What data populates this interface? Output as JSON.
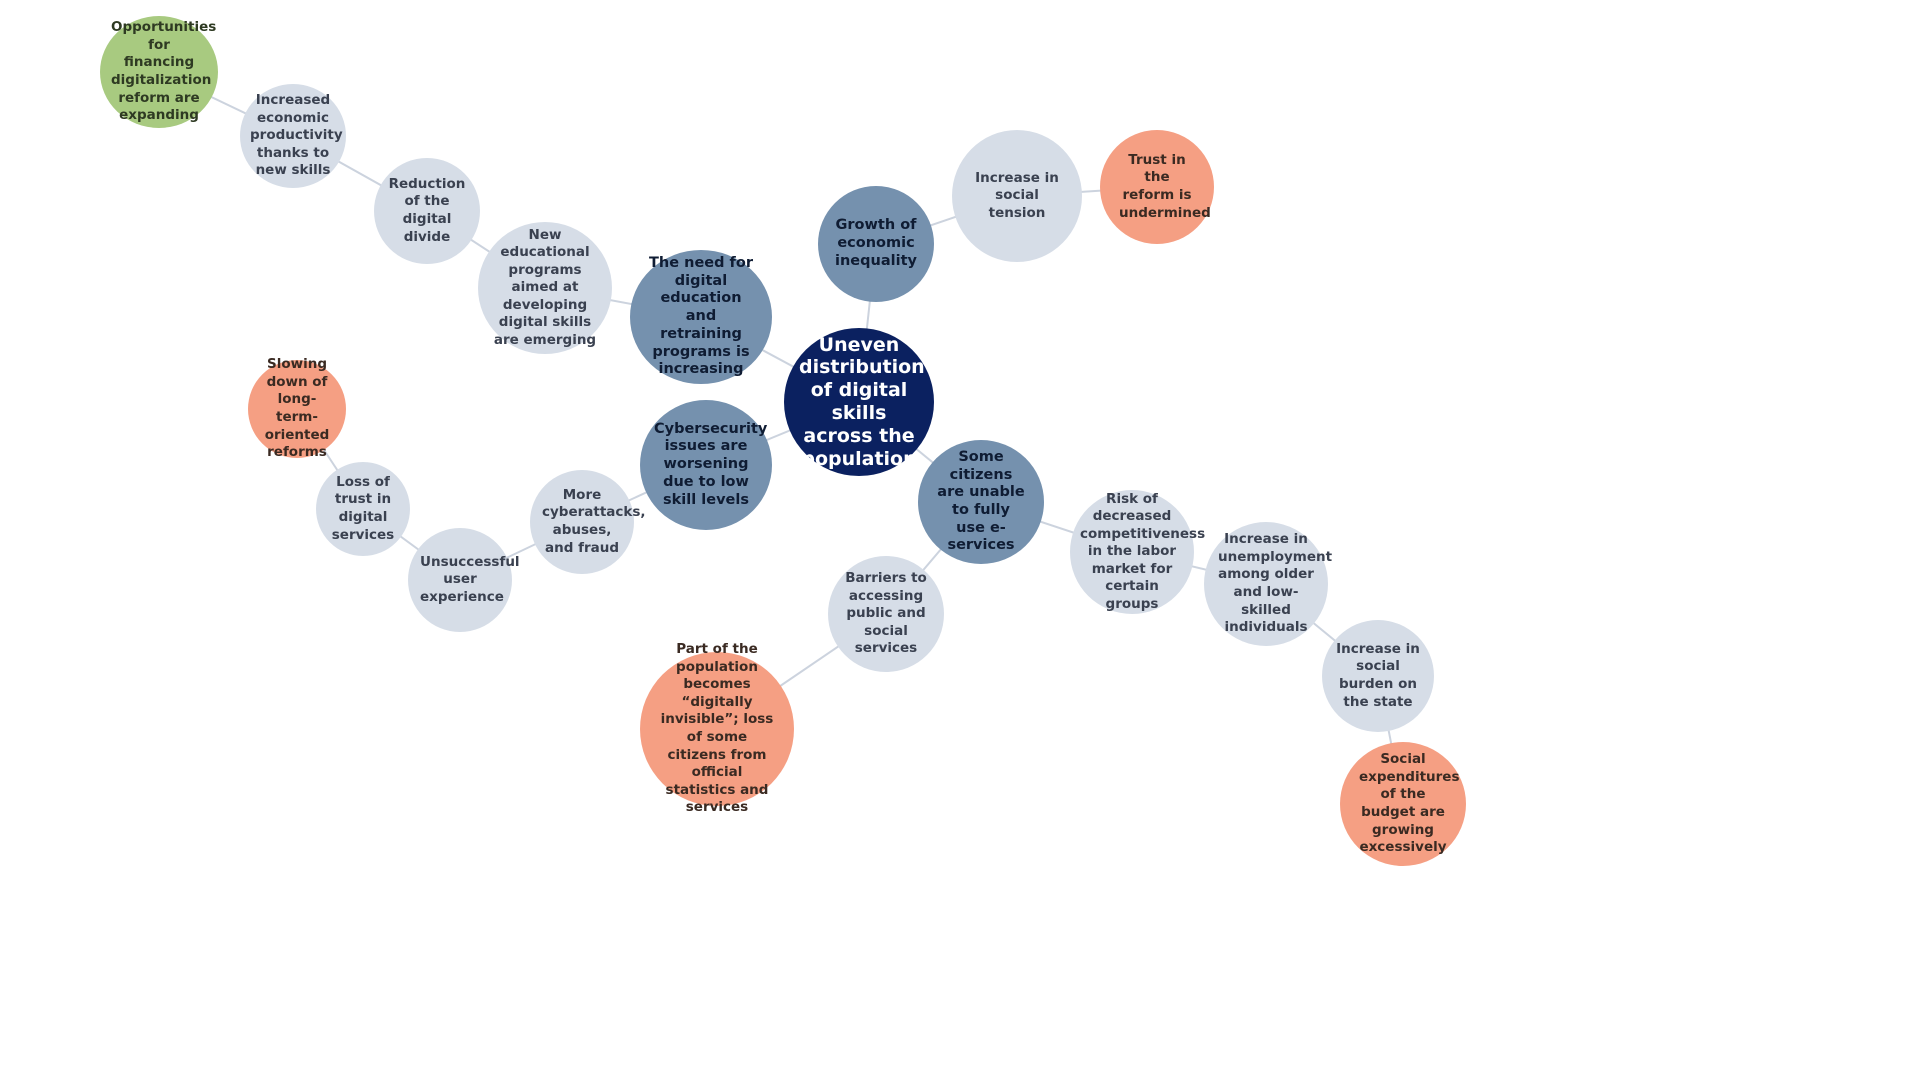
{
  "root": {
    "label": "Uneven distribution of digital skills across the population"
  },
  "branch_education": {
    "label": "The need for digital education and retraining programs is increasing",
    "programs": "New educational programs aimed at developing digital skills are emerging",
    "divide": "Reduction of the digital divide",
    "productivity": "Increased economic productivity thanks to new skills",
    "financing": "Opportunities for financing digitalization reform are expanding"
  },
  "branch_inequality": {
    "label": "Growth of economic inequality",
    "tension": "Increase in social tension",
    "trust": "Trust in the reform is undermined"
  },
  "branch_cyber": {
    "label": "Cybersecurity issues are worsening due to low skill levels",
    "attacks": "More cyberattacks, abuses, and fraud",
    "experience": "Unsuccessful user experience",
    "trust_loss": "Loss of trust in digital services",
    "slowing": "Slowing down of long-term-oriented reforms"
  },
  "branch_eservices": {
    "label": "Some citizens are unable to fully use e-services",
    "barriers": "Barriers to accessing public and social services",
    "invisible": "Part of the population becomes “digitally invisible”; loss of some citizens from official statistics and services",
    "competitiveness": "Risk of decreased competitiveness in the labor market for certain groups",
    "unemployment": "Increase in unemployment among older and low-skilled individuals",
    "burden": "Increase in social burden on the state",
    "expenditures": "Social expenditures of the budget are growing excessively"
  },
  "colors": {
    "edge": "#ccd3de",
    "light_node": "#d6dde7",
    "mid_node": "#7591ae",
    "root_node": "#0b2160",
    "negative_outcome": "#f59f83",
    "positive_outcome": "#a8ca80"
  }
}
